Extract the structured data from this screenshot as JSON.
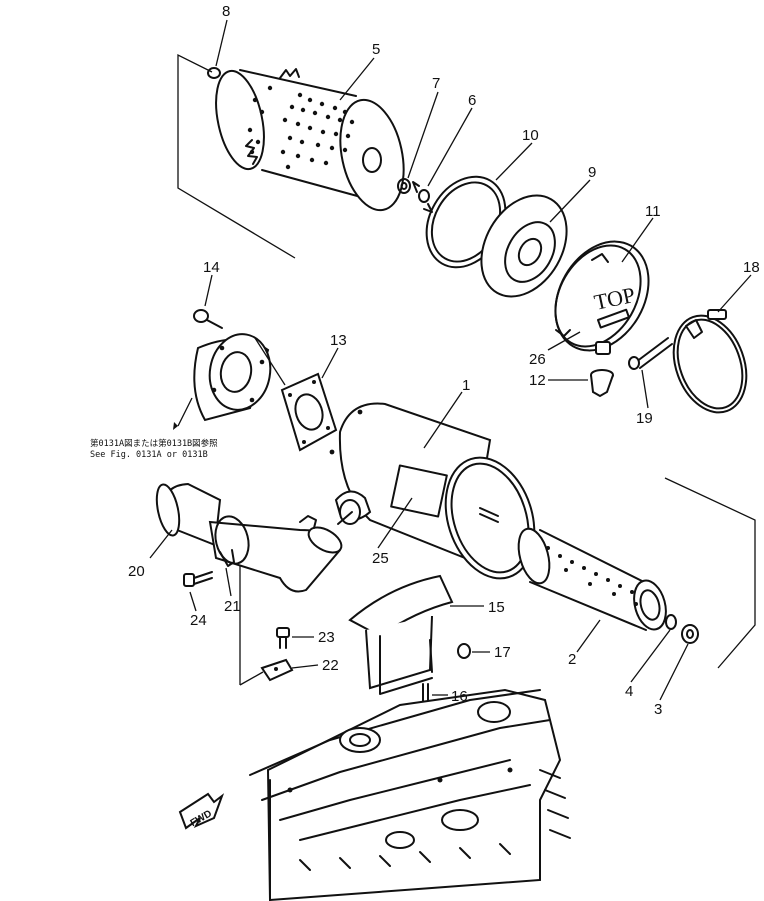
{
  "diagram": {
    "callouts": {
      "p1": "1",
      "p2": "2",
      "p3": "3",
      "p4": "4",
      "p5": "5",
      "p6": "6",
      "p7": "7",
      "p8": "8",
      "p9": "9",
      "p10": "10",
      "p11": "11",
      "p12": "12",
      "p13": "13",
      "p14": "14",
      "p15": "15",
      "p16": "16",
      "p17": "17",
      "p18": "18",
      "p19": "19",
      "p20": "20",
      "p21": "21",
      "p22": "22",
      "p23": "23",
      "p24": "24",
      "p25": "25",
      "p26": "26"
    },
    "cover_text": "TOP",
    "fwd_text": "FWD",
    "ref_note_jp": "第0131A図または第0131B図参照",
    "ref_note_en": "See Fig. 0131A or 0131B"
  }
}
